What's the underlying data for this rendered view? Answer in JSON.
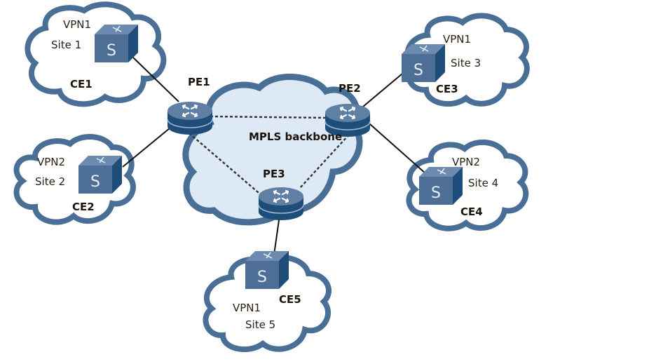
{
  "diagram": {
    "title": "MPLS VPN topology",
    "backbone": {
      "label": "MPLS backbone"
    },
    "colors": {
      "cloud_stroke": "#4a6f96",
      "backbone_fill": "#dde9f4",
      "site_fill": "#ffffff",
      "device_top": "#5f7fa3",
      "device_side": "#1f4d7a",
      "device_front": "#4d6f95",
      "link": "#111111"
    },
    "pe_routers": [
      {
        "id": "PE1",
        "label": "PE1"
      },
      {
        "id": "PE2",
        "label": "PE2"
      },
      {
        "id": "PE3",
        "label": "PE3"
      }
    ],
    "sites": [
      {
        "ce": "CE1",
        "vpn": "VPN1",
        "site": "Site 1",
        "pe": "PE1"
      },
      {
        "ce": "CE2",
        "vpn": "VPN2",
        "site": "Site 2",
        "pe": "PE1"
      },
      {
        "ce": "CE3",
        "vpn": "VPN1",
        "site": "Site 3",
        "pe": "PE2"
      },
      {
        "ce": "CE4",
        "vpn": "VPN2",
        "site": "Site 4",
        "pe": "PE2"
      },
      {
        "ce": "CE5",
        "vpn": "VPN1",
        "site": "Site 5",
        "pe": "PE3"
      }
    ],
    "switch_glyph": "S",
    "backbone_links": [
      {
        "from": "PE1",
        "to": "PE2",
        "style": "dashed"
      },
      {
        "from": "PE1",
        "to": "PE3",
        "style": "dashed"
      },
      {
        "from": "PE2",
        "to": "PE3",
        "style": "dashed"
      }
    ]
  }
}
